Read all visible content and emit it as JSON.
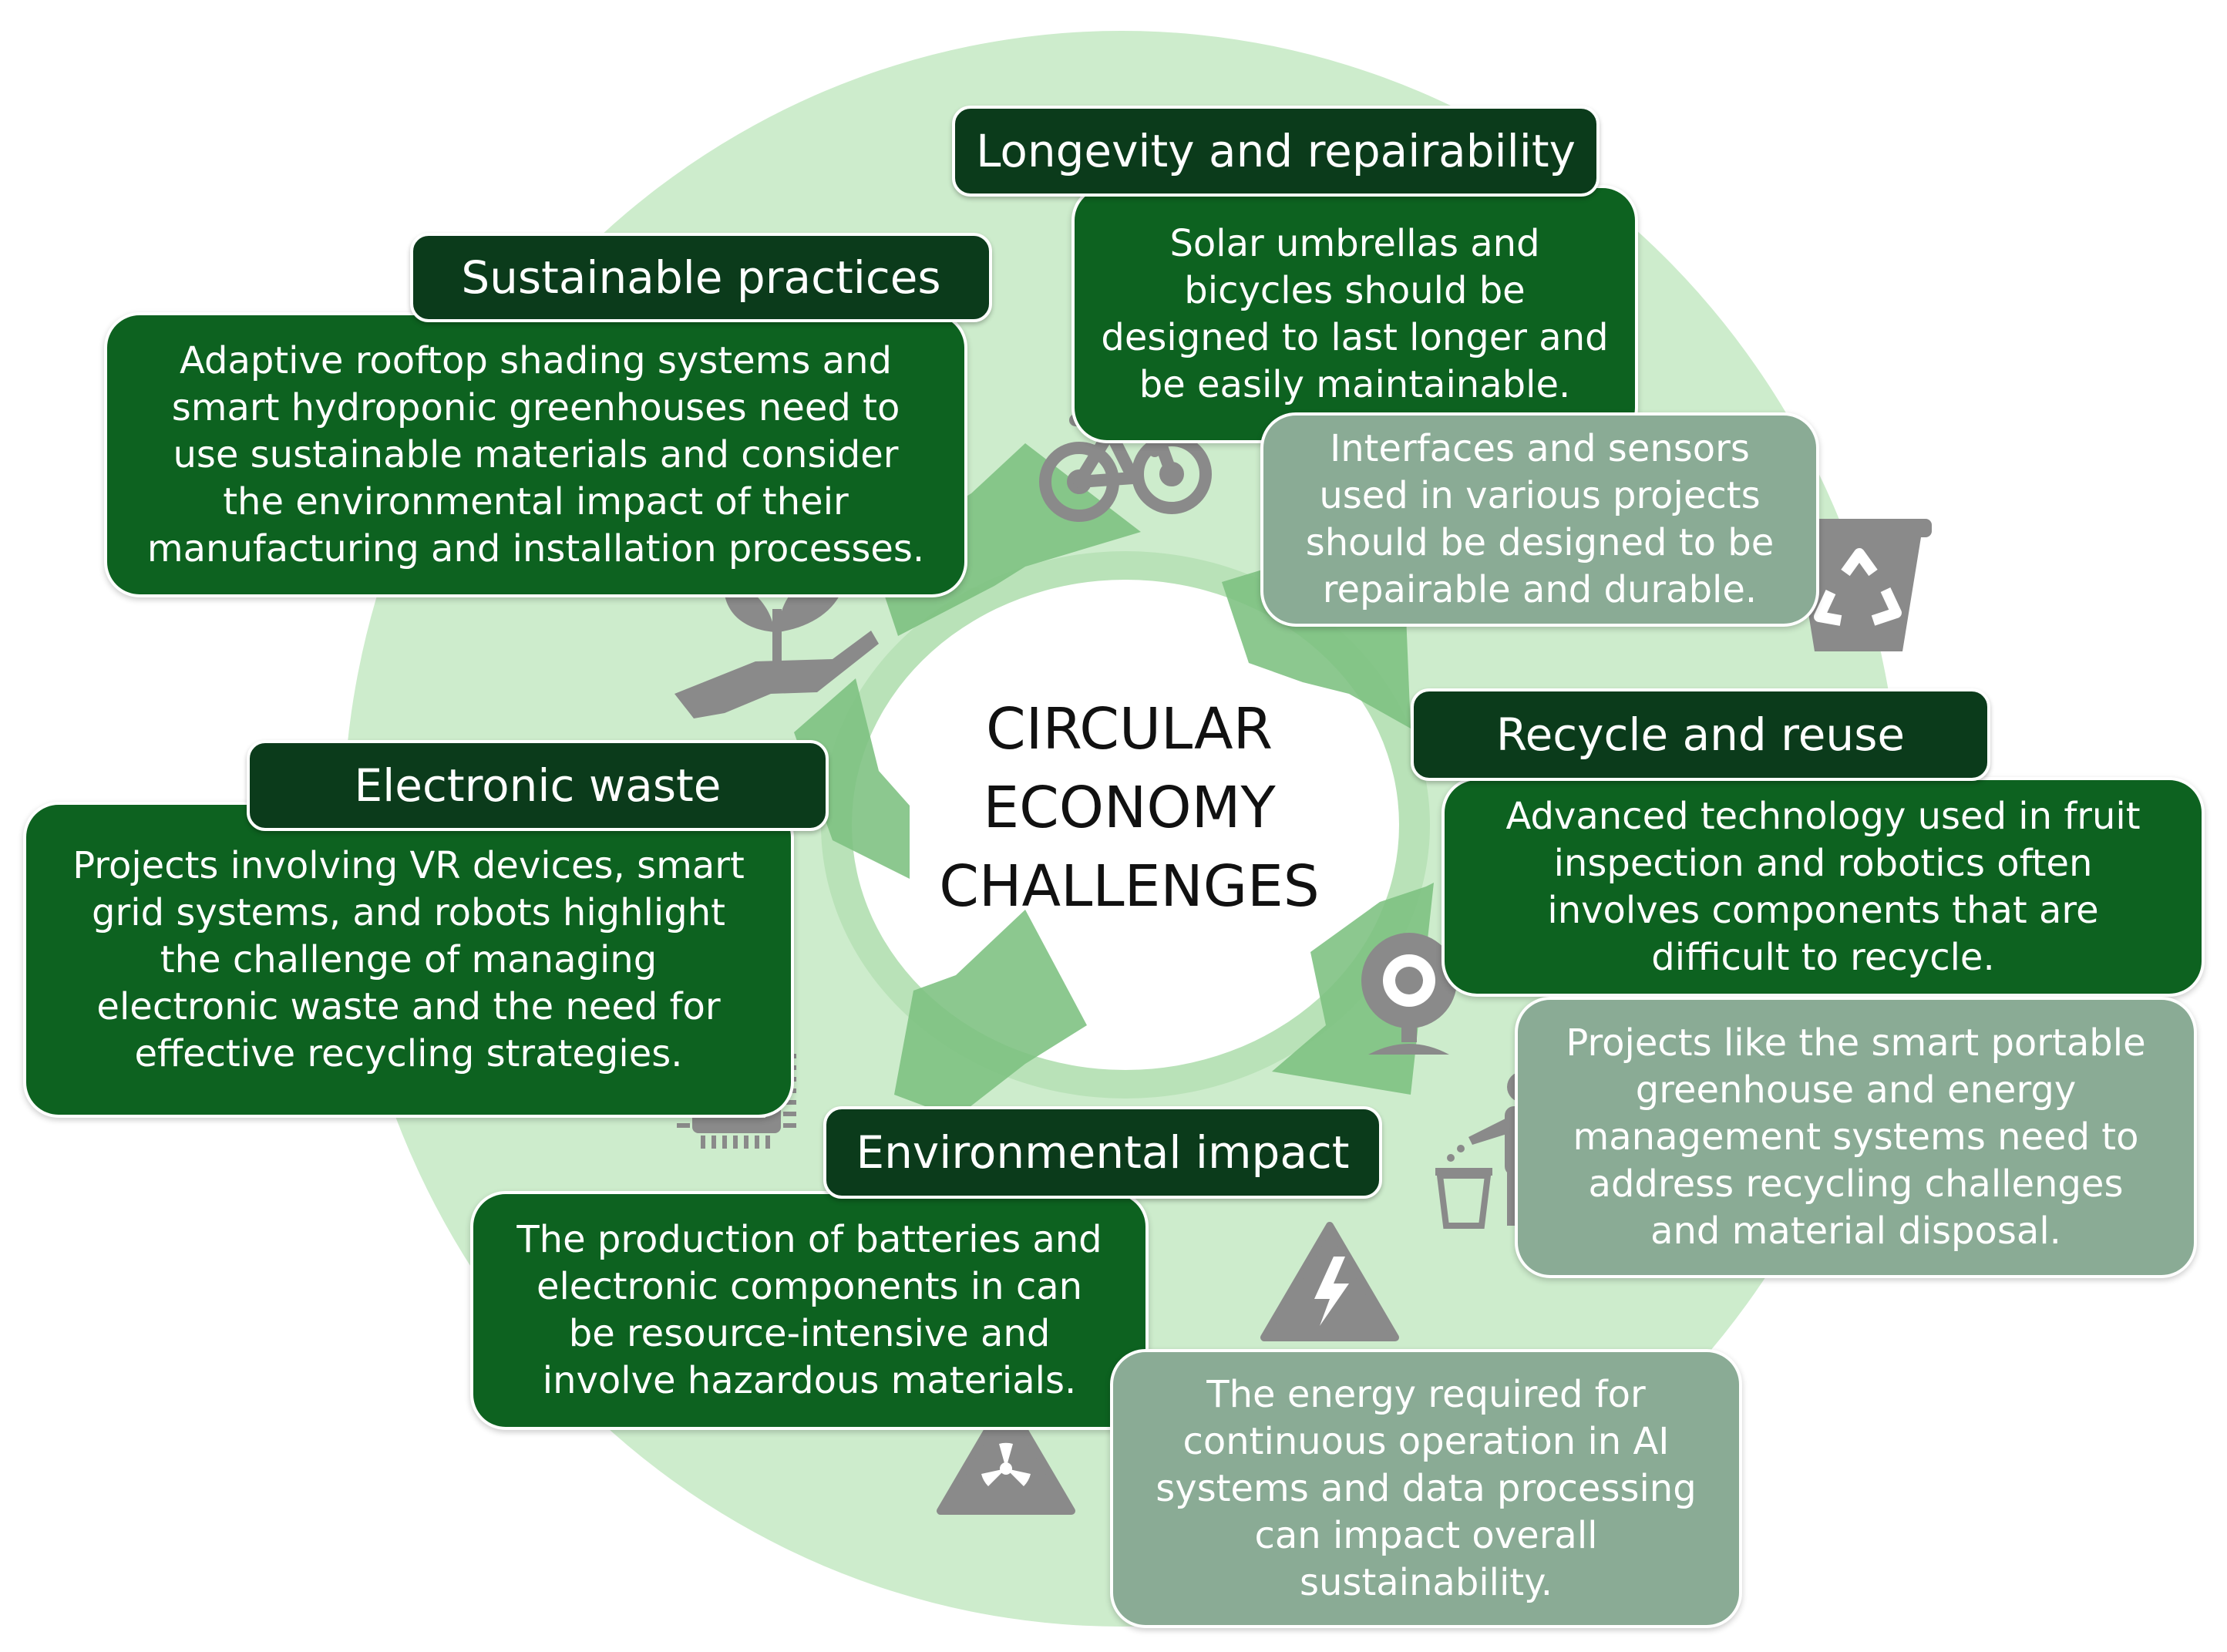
{
  "center": {
    "lines": [
      "CIRCULAR",
      "ECONOMY",
      "CHALLENGES"
    ]
  },
  "sections": {
    "longevity": {
      "title": "Longevity and repairability",
      "boxes": [
        [
          "Solar umbrellas and",
          "bicycles should be",
          "designed to last longer and",
          "be easily maintainable."
        ],
        [
          "Interfaces and sensors",
          "used in various projects",
          "should be designed to be",
          "repairable and durable."
        ]
      ]
    },
    "sustainable": {
      "title": "Sustainable practices",
      "boxes": [
        [
          "Adaptive rooftop shading systems and",
          "smart hydroponic greenhouses need to",
          "use sustainable materials and consider",
          "the environmental impact of their",
          "manufacturing and installation processes."
        ]
      ]
    },
    "recycle": {
      "title": "Recycle and reuse",
      "boxes": [
        [
          "Advanced technology used in fruit",
          "inspection and robotics often",
          "involves components that are",
          "difficult to recycle."
        ],
        [
          "Projects like the smart portable",
          "greenhouse and energy",
          "management systems need to",
          "address recycling challenges",
          "and material disposal."
        ]
      ]
    },
    "ewaste": {
      "title": "Electronic waste",
      "boxes": [
        [
          "Projects involving VR devices, smart",
          "grid systems, and robots highlight",
          "the challenge of managing",
          "electronic waste and the need for",
          "effective recycling strategies."
        ]
      ]
    },
    "environment": {
      "title": "Environmental impact",
      "boxes": [
        [
          "The production of batteries and",
          "electronic components in can",
          "be resource-intensive and",
          "involve hazardous materials."
        ],
        [
          "The energy required for",
          "continuous operation in AI",
          "systems and data processing",
          "can impact overall",
          "sustainability."
        ]
      ]
    }
  },
  "icons": [
    "bicycle-icon",
    "recycle-bin-icon",
    "plant-in-hand-icon",
    "webcam-icon",
    "microchip-icon",
    "person-disposing-trash-icon",
    "high-voltage-warning-icon",
    "radiation-warning-icon"
  ],
  "colors": {
    "title_bg": "#0b3b1b",
    "box_dark": "#0d6220",
    "box_gray": "#8aab95",
    "ring": "#cdeccc",
    "arrow": "#7cc07f",
    "icon": "#8a8a8a"
  }
}
